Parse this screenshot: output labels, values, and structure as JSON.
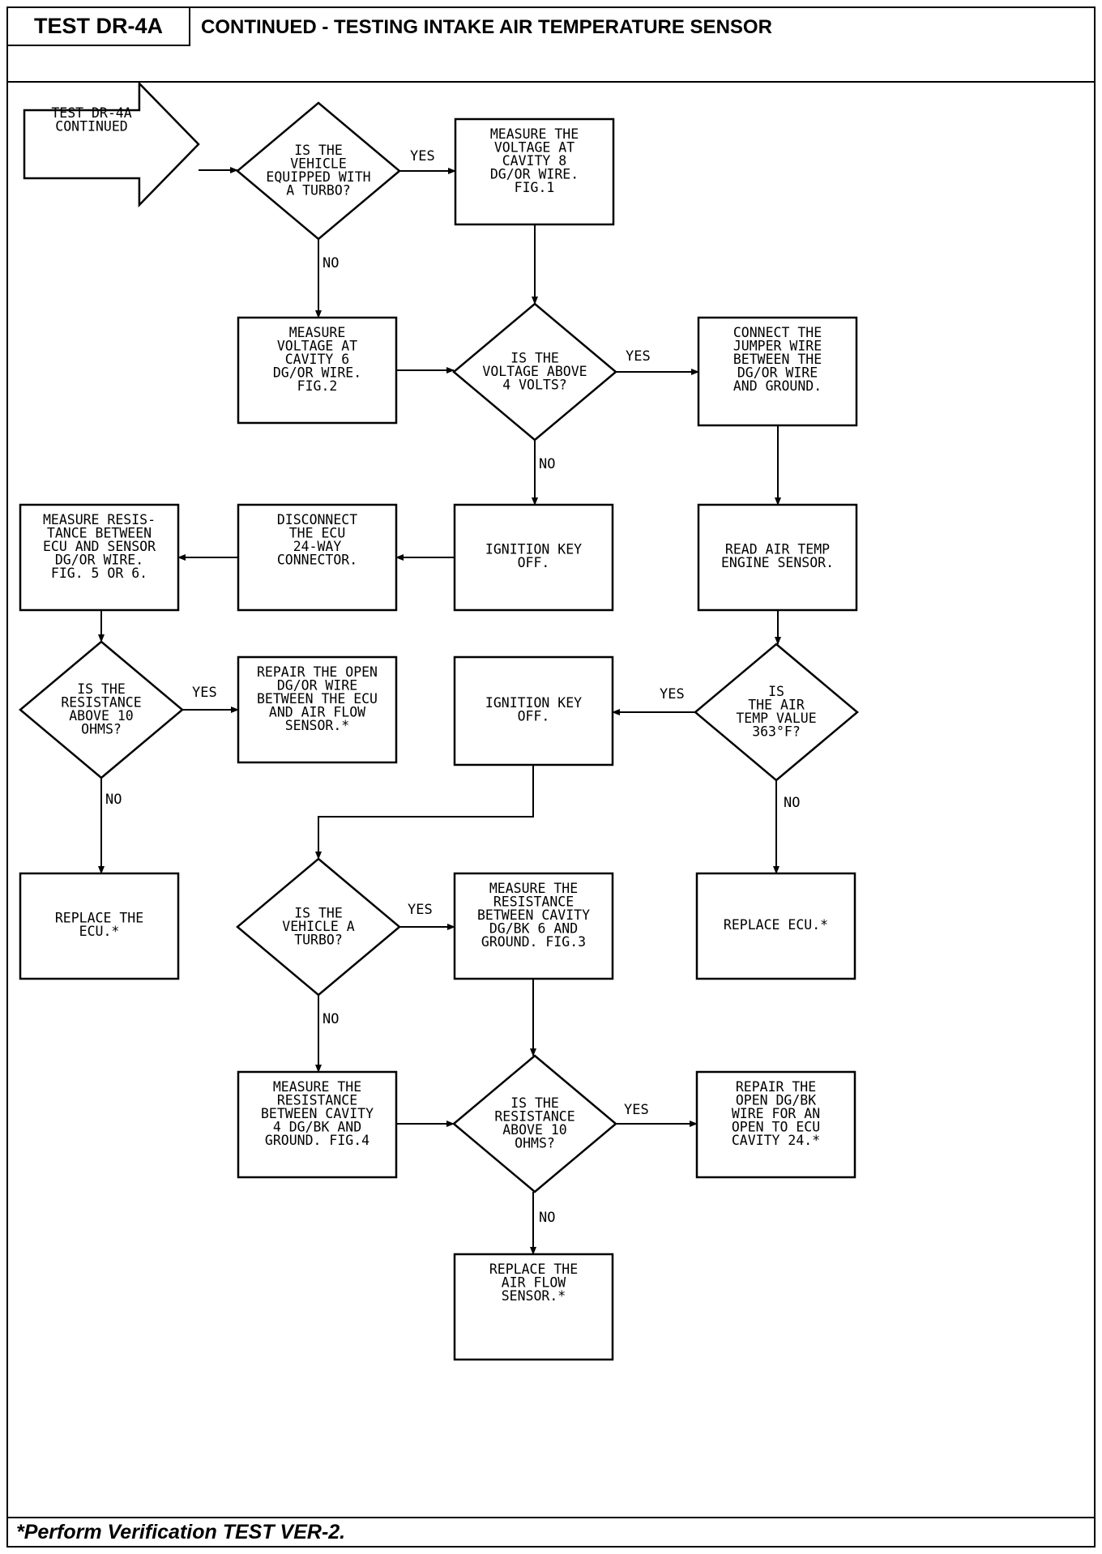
{
  "header": {
    "test_id": "TEST DR-4A",
    "title": "CONTINUED - TESTING INTAKE AIR TEMPERATURE SENSOR"
  },
  "footer": {
    "note": "*Perform Verification TEST VER-2."
  },
  "nodes": [
    {
      "id": "start",
      "shape": "arrow",
      "lines": [
        "TEST DR-4A",
        "CONTINUED"
      ]
    },
    {
      "id": "q_turbo",
      "shape": "diamond",
      "lines": [
        "IS THE",
        "VEHICLE",
        "EQUIPPED WITH",
        "A TURBO?"
      ]
    },
    {
      "id": "meas_cav8",
      "shape": "box",
      "lines": [
        "MEASURE THE",
        "VOLTAGE AT",
        "CAVITY 8",
        "DG/OR WIRE.",
        "FIG.1"
      ]
    },
    {
      "id": "meas_cav6",
      "shape": "box",
      "lines": [
        "MEASURE",
        "VOLTAGE AT",
        "CAVITY 6",
        "DG/OR WIRE.",
        "FIG.2"
      ]
    },
    {
      "id": "q_volt",
      "shape": "diamond",
      "lines": [
        "IS THE",
        "VOLTAGE ABOVE",
        "4 VOLTS?"
      ]
    },
    {
      "id": "connect_jumper",
      "shape": "box",
      "lines": [
        "CONNECT THE",
        "JUMPER WIRE",
        "BETWEEN THE",
        "DG/OR WIRE",
        "AND GROUND."
      ]
    },
    {
      "id": "ign_off_1",
      "shape": "box",
      "lines": [
        "IGNITION KEY",
        "OFF."
      ]
    },
    {
      "id": "disconnect_ecu",
      "shape": "box",
      "lines": [
        "DISCONNECT",
        "THE ECU",
        "24-WAY",
        "CONNECTOR."
      ]
    },
    {
      "id": "meas_res_ecu",
      "shape": "box",
      "lines": [
        "MEASURE RESIS-",
        "TANCE BETWEEN",
        "ECU AND SENSOR",
        "DG/OR WIRE.",
        "FIG. 5 OR 6."
      ]
    },
    {
      "id": "read_air_temp",
      "shape": "box",
      "lines": [
        "READ AIR TEMP",
        "ENGINE SENSOR."
      ]
    },
    {
      "id": "q_res_10_a",
      "shape": "diamond",
      "lines": [
        "IS THE",
        "RESISTANCE",
        "ABOVE 10",
        "OHMS?"
      ]
    },
    {
      "id": "repair_open_or",
      "shape": "box",
      "lines": [
        "REPAIR THE OPEN",
        "DG/OR WIRE",
        "BETWEEN THE ECU",
        "AND AIR FLOW",
        "SENSOR.*"
      ]
    },
    {
      "id": "ign_off_2",
      "shape": "box",
      "lines": [
        "IGNITION KEY",
        "OFF."
      ]
    },
    {
      "id": "q_air_temp",
      "shape": "diamond",
      "lines": [
        "IS",
        "THE AIR",
        "TEMP VALUE",
        "363°F?"
      ]
    },
    {
      "id": "replace_ecu_1",
      "shape": "box",
      "lines": [
        "REPLACE THE",
        "ECU.*"
      ]
    },
    {
      "id": "replace_ecu_2",
      "shape": "box",
      "lines": [
        "REPLACE ECU.*"
      ]
    },
    {
      "id": "q_turbo_2",
      "shape": "diamond",
      "lines": [
        "IS THE",
        "VEHICLE A",
        "TURBO?"
      ]
    },
    {
      "id": "meas_res_cav6",
      "shape": "box",
      "lines": [
        "MEASURE THE",
        "RESISTANCE",
        "BETWEEN CAVITY",
        "DG/BK 6 AND",
        "GROUND. FIG.3"
      ]
    },
    {
      "id": "meas_res_cav4",
      "shape": "box",
      "lines": [
        "MEASURE THE",
        "RESISTANCE",
        "BETWEEN CAVITY",
        "4 DG/BK AND",
        "GROUND. FIG.4"
      ]
    },
    {
      "id": "q_res_10_b",
      "shape": "diamond",
      "lines": [
        "IS THE",
        "RESISTANCE",
        "ABOVE 10",
        "OHMS?"
      ]
    },
    {
      "id": "repair_open_bk",
      "shape": "box",
      "lines": [
        "REPAIR THE",
        "OPEN DG/BK",
        "WIRE FOR AN",
        "OPEN TO ECU",
        "CAVITY 24.*"
      ]
    },
    {
      "id": "replace_sensor",
      "shape": "box",
      "lines": [
        "REPLACE THE",
        "AIR FLOW",
        "SENSOR.*"
      ]
    }
  ],
  "edges": [
    {
      "from": "start",
      "to": "q_turbo",
      "label": ""
    },
    {
      "from": "q_turbo",
      "to": "meas_cav8",
      "label": "YES"
    },
    {
      "from": "q_turbo",
      "to": "meas_cav6",
      "label": "NO"
    },
    {
      "from": "meas_cav8",
      "to": "q_volt",
      "label": ""
    },
    {
      "from": "meas_cav6",
      "to": "q_volt",
      "label": ""
    },
    {
      "from": "q_volt",
      "to": "connect_jumper",
      "label": "YES"
    },
    {
      "from": "q_volt",
      "to": "ign_off_1",
      "label": "NO"
    },
    {
      "from": "ign_off_1",
      "to": "disconnect_ecu",
      "label": ""
    },
    {
      "from": "disconnect_ecu",
      "to": "meas_res_ecu",
      "label": ""
    },
    {
      "from": "connect_jumper",
      "to": "read_air_temp",
      "label": ""
    },
    {
      "from": "meas_res_ecu",
      "to": "q_res_10_a",
      "label": ""
    },
    {
      "from": "q_res_10_a",
      "to": "repair_open_or",
      "label": "YES"
    },
    {
      "from": "q_res_10_a",
      "to": "replace_ecu_1",
      "label": "NO"
    },
    {
      "from": "read_air_temp",
      "to": "q_air_temp",
      "label": ""
    },
    {
      "from": "q_air_temp",
      "to": "ign_off_2",
      "label": "YES"
    },
    {
      "from": "q_air_temp",
      "to": "replace_ecu_2",
      "label": "NO"
    },
    {
      "from": "ign_off_2",
      "to": "q_turbo_2",
      "label": ""
    },
    {
      "from": "q_turbo_2",
      "to": "meas_res_cav6",
      "label": "YES"
    },
    {
      "from": "q_turbo_2",
      "to": "meas_res_cav4",
      "label": "NO"
    },
    {
      "from": "meas_res_cav6",
      "to": "q_res_10_b",
      "label": ""
    },
    {
      "from": "meas_res_cav4",
      "to": "q_res_10_b",
      "label": ""
    },
    {
      "from": "q_res_10_b",
      "to": "repair_open_bk",
      "label": "YES"
    },
    {
      "from": "q_res_10_b",
      "to": "replace_sensor",
      "label": "NO"
    }
  ]
}
